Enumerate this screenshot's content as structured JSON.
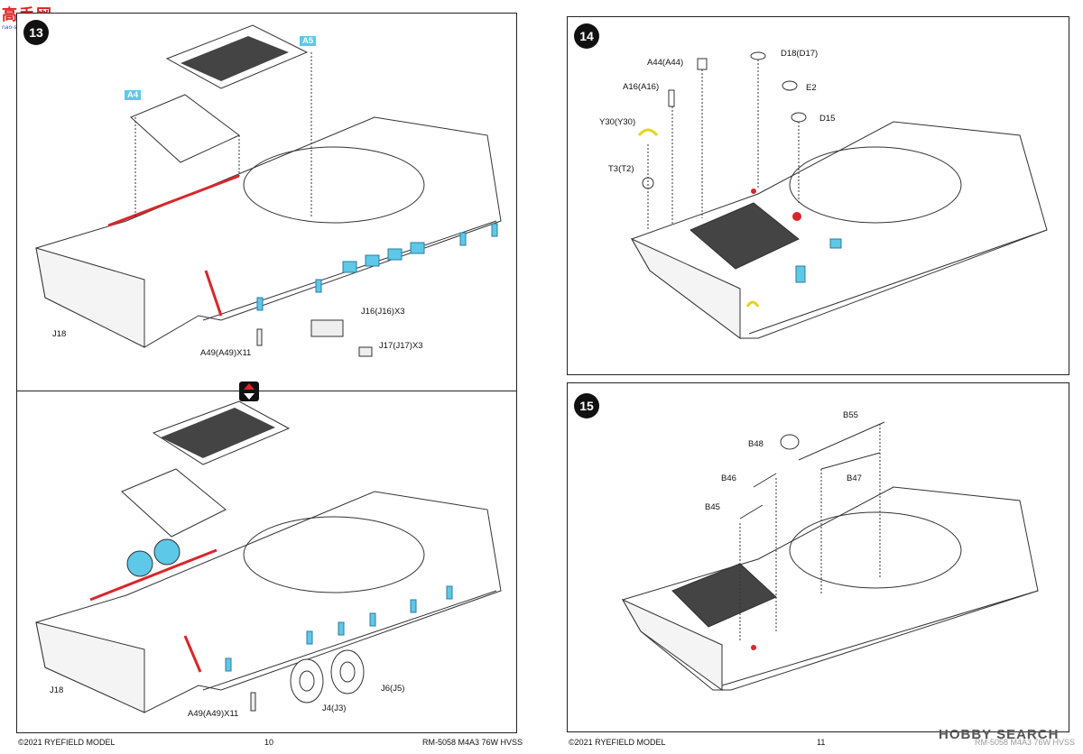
{
  "watermark": {
    "main": "高手网",
    "sub": "nao-shous.com"
  },
  "left_page": {
    "step_top": {
      "number": "13",
      "refs": [
        "A5",
        "A4"
      ],
      "labels": [
        "J18",
        "J16(J16)X3",
        "A49(A49)X11",
        "J17(J17)X3"
      ]
    },
    "step_bottom": {
      "labels": [
        "J18",
        "A49(A49)X11",
        "J4(J3)",
        "J6(J5)"
      ]
    },
    "footer_left": "©2021 RYEFIELD MODEL",
    "page_number": "10",
    "footer_right": "RM-5058 M4A3 76W HVSS"
  },
  "right_page": {
    "step_14": {
      "number": "14",
      "labels": [
        "A44(A44)",
        "D18(D17)",
        "A16(A16)",
        "E2",
        "Y30(Y30)",
        "D15",
        "T3(T2)"
      ]
    },
    "step_15": {
      "number": "15",
      "labels": [
        "B55",
        "B48",
        "B46",
        "B47",
        "B45"
      ]
    },
    "footer_left": "©2021 RYEFIELD MODEL",
    "page_number": "11",
    "footer_right": "RM-5058 M4A3 76W HVSS"
  },
  "hobbysearch": "HOBBY SEARCH",
  "icons": {
    "flip": "flip-arrow-icon"
  },
  "colors": {
    "part_highlight": "#5ec8e8",
    "glue_line": "#d9262b",
    "clear_part": "#e6d21c"
  }
}
